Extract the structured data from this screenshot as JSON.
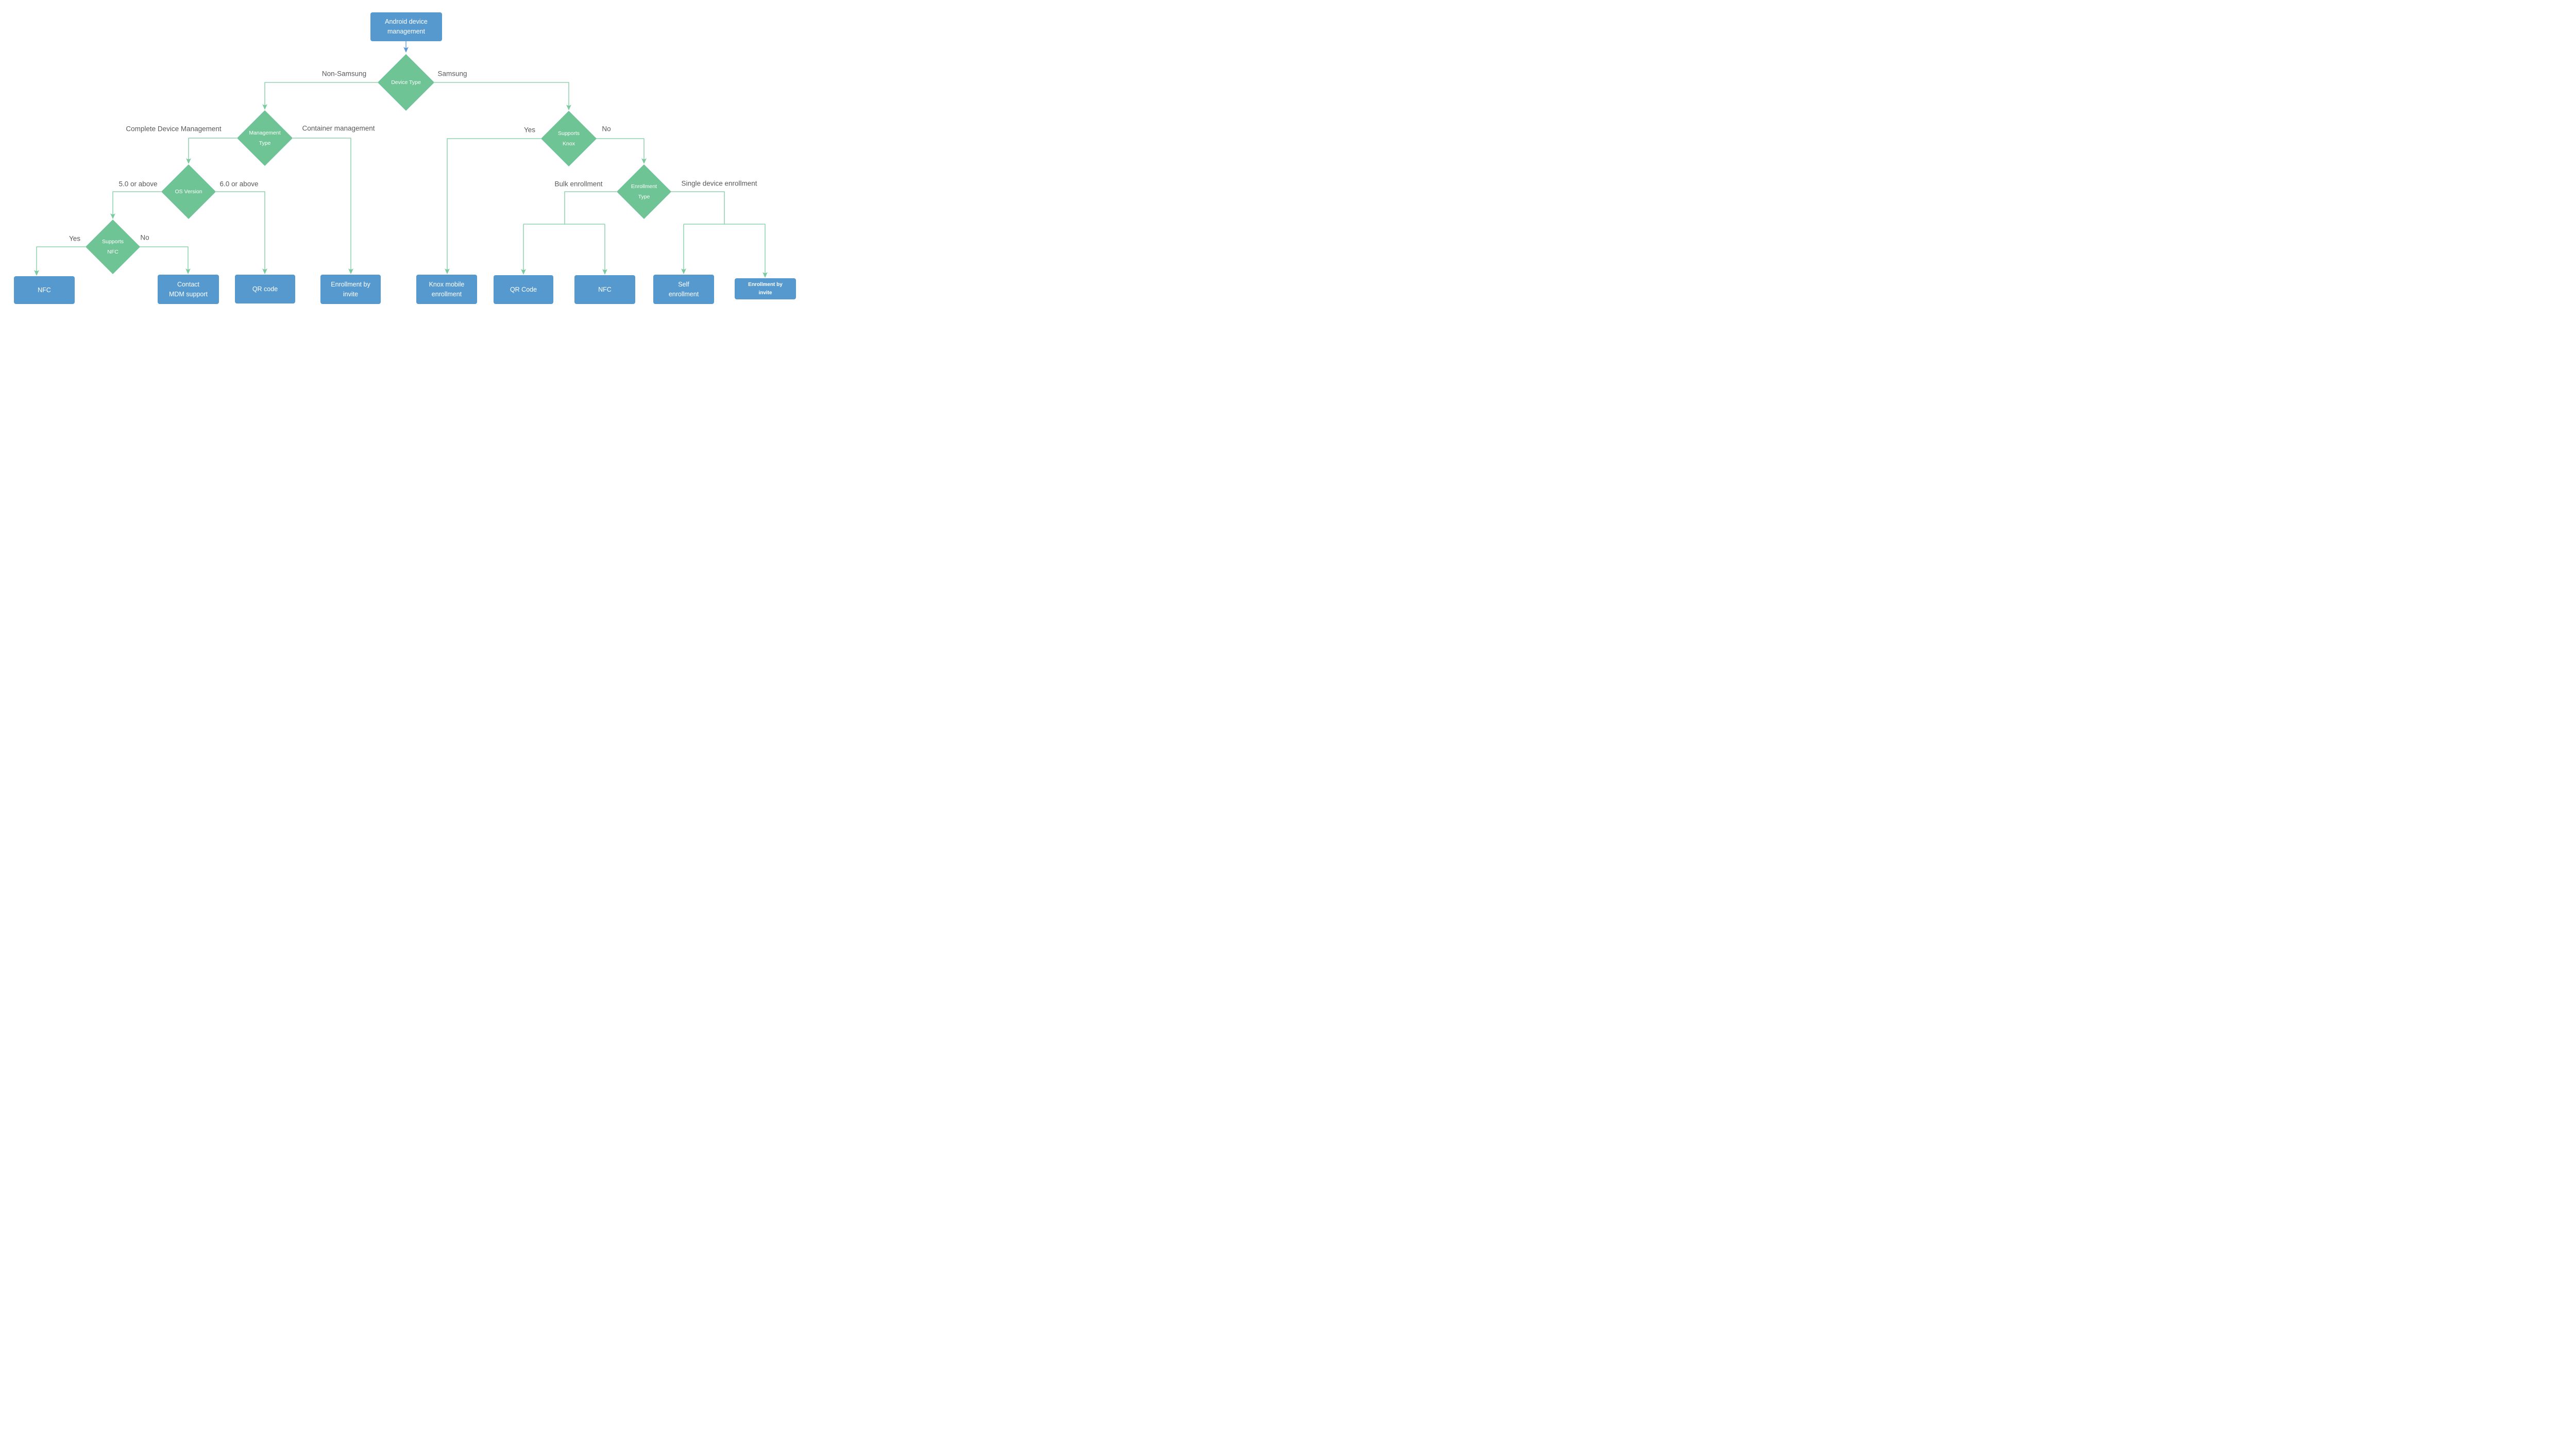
{
  "colors": {
    "bg": "#FFFFFF",
    "node_blue": "#5699CF",
    "node_green": "#6FC495",
    "edge_green": "#7BCBA1",
    "arrow_blue": "#5B9BD5",
    "label_gray": "#595959",
    "node_text": "#FFFFFF"
  },
  "nodes": {
    "start": {
      "label": "Android device\nmanagement"
    },
    "device_type": {
      "label": "Device Type"
    },
    "management_type": {
      "label": "Management\nType"
    },
    "os_version": {
      "label": "OS Version"
    },
    "supports_nfc": {
      "label": "Supports\nNFC"
    },
    "supports_knox": {
      "label": "Supports\nKnox"
    },
    "enrollment_type": {
      "label": "Enrollment\nType"
    },
    "nfc_left": {
      "label": "NFC"
    },
    "contact_mdm": {
      "label": "Contact\nMDM support"
    },
    "qr_code_left": {
      "label": "QR code"
    },
    "enroll_invite_left": {
      "label": "Enrollment by\ninvite"
    },
    "knox_mobile": {
      "label": "Knox mobile\nenrollment"
    },
    "qr_code_right": {
      "label": "QR Code"
    },
    "nfc_right": {
      "label": "NFC"
    },
    "self_enrollment": {
      "label": "Self\nenrollment"
    },
    "enroll_invite_right": {
      "label": "Enrollment by\ninvite"
    }
  },
  "edge_labels": {
    "non_samsung": "Non-Samsung",
    "samsung": "Samsung",
    "complete_device_management": "Complete Device Management",
    "container_management": "Container management",
    "os_50_or_above": "5.0 or above",
    "os_60_or_above": "6.0 or above",
    "supports_nfc_yes": "Yes",
    "supports_nfc_no": "No",
    "supports_knox_yes": "Yes",
    "supports_knox_no": "No",
    "bulk_enrollment": "Bulk enrollment",
    "single_device_enrollment": "Single device enrollment"
  }
}
